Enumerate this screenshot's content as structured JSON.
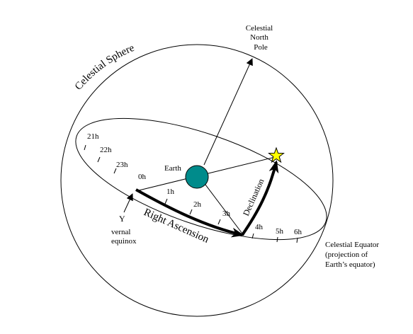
{
  "title_arc": "Celestial Sphere",
  "pole": {
    "line1": "Celestial",
    "line2": "North",
    "line3": "Pole"
  },
  "earth_label": "Earth",
  "hours": [
    "21h",
    "22h",
    "23h",
    "0h",
    "1h",
    "2h",
    "3h",
    "4h",
    "5h",
    "6h"
  ],
  "aries_symbol": "Υ",
  "vernal": {
    "line1": "vernal",
    "line2": "equinox"
  },
  "right_ascension": "Right Ascension",
  "declination": "Declination",
  "equator": {
    "line1": "Celestial Equator",
    "line2": "(projection of",
    "line3": "Earth’s equator)"
  },
  "colors": {
    "earth": "#008b8b",
    "star": "#ffff00",
    "line": "#000000"
  }
}
